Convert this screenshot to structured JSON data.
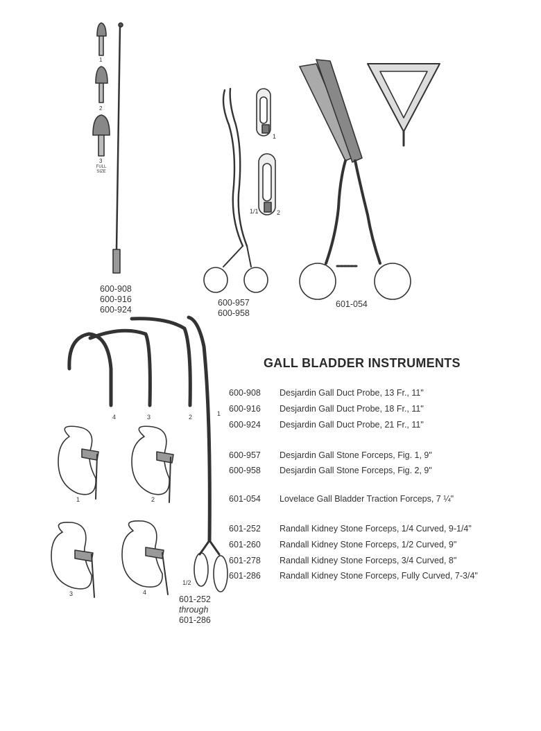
{
  "title": "GALL BLADDER INSTRUMENTS",
  "probe": {
    "codes": [
      "600-908",
      "600-916",
      "600-924"
    ],
    "tip_labels": [
      "1",
      "2",
      "3"
    ],
    "full_size_label": "FULL SIZE"
  },
  "stone_forceps": {
    "codes": [
      "600-957",
      "600-958"
    ],
    "tip_labels": [
      "1",
      "2"
    ],
    "scale_label": "1/1"
  },
  "traction_forceps": {
    "code": "601-054"
  },
  "kidney_forceps": {
    "curve_labels": [
      "4",
      "3",
      "2",
      "1"
    ],
    "kidney_labels": [
      "1",
      "2",
      "3",
      "4"
    ],
    "scale_label": "1/2",
    "code_from": "601-252",
    "through": "through",
    "code_to": "601-286"
  },
  "catalog": [
    {
      "code": "600-908",
      "description": "Desjardin Gall Duct Probe, 13 Fr., 11\""
    },
    {
      "code": "600-916",
      "description": "Desjardin Gall Duct Probe, 18 Fr., 11\""
    },
    {
      "code": "600-924",
      "description": "Desjardin Gall Duct Probe, 21 Fr., 11\""
    },
    {
      "code": "600-957",
      "description": "Desjardin Gall Stone Forceps, Fig. 1, 9\""
    },
    {
      "code": "600-958",
      "description": "Desjardin Gall Stone Forceps, Fig. 2, 9\""
    },
    {
      "code": "601-054",
      "description": "Lovelace Gall Bladder Traction Forceps, 7 ¼\""
    },
    {
      "code": "601-252",
      "description": "Randall Kidney Stone Forceps, 1/4 Curved, 9-1/4\""
    },
    {
      "code": "601-260",
      "description": "Randall Kidney Stone Forceps, 1/2 Curved, 9\""
    },
    {
      "code": "601-278",
      "description": "Randall Kidney Stone Forceps, 3/4 Curved, 8\""
    },
    {
      "code": "601-286",
      "description": "Randall Kidney Stone Forceps, Fully Curved, 7-3/4\""
    }
  ]
}
